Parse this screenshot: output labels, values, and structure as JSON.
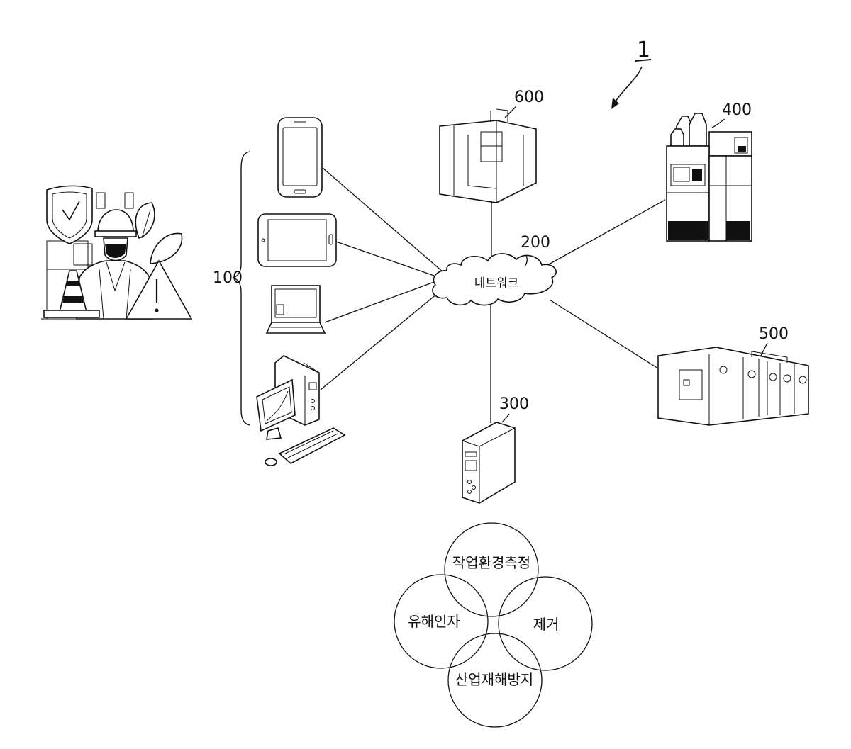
{
  "figure_label": "1",
  "nodes": {
    "user_devices": {
      "ref": "100"
    },
    "network": {
      "ref": "200",
      "label": "네트워크"
    },
    "server": {
      "ref": "300"
    },
    "instrument_400": {
      "ref": "400"
    },
    "unit_500": {
      "ref": "500"
    },
    "machine_600": {
      "ref": "600"
    }
  },
  "venn": {
    "circles": [
      {
        "label": "작업환경측정"
      },
      {
        "label": "유해인자"
      },
      {
        "label": "제거"
      },
      {
        "label": "산업재해방지"
      }
    ]
  }
}
